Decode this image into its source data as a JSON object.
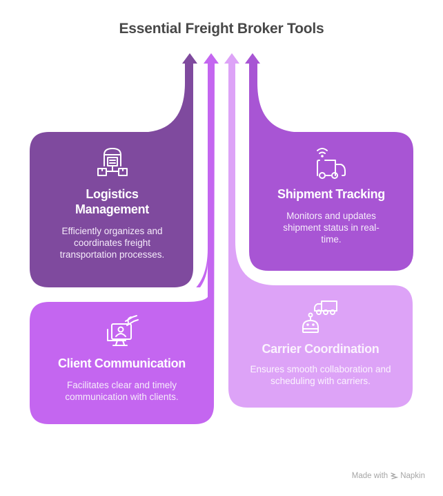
{
  "title": "Essential Freight Broker Tools",
  "colors": {
    "logistics": "#7f4a9e",
    "client": "#c466f0",
    "carrier": "#dda3f7",
    "shipment": "#a855d4",
    "title_text": "#484848",
    "footer_text": "#a6a6a6"
  },
  "cards": {
    "logistics": {
      "icon": "warehouse-network-icon",
      "heading": "Logistics Management",
      "heading_line1": "Logistics",
      "heading_line2": "Management",
      "description": "Efficiently organizes and coordinates freight transportation processes."
    },
    "shipment": {
      "icon": "truck-signal-icon",
      "heading": "Shipment Tracking",
      "description": "Monitors and updates shipment status in real-time."
    },
    "client": {
      "icon": "monitor-user-hand-icon",
      "heading": "Client Communication",
      "description": "Facilitates clear and timely communication with clients."
    },
    "carrier": {
      "icon": "robot-truck-icon",
      "heading": "Carrier Coordination",
      "description": "Ensures smooth collaboration and scheduling with carriers."
    }
  },
  "footer": {
    "made_with": "Made with",
    "brand": "Napkin",
    "icon": "napkin-logo-icon"
  }
}
